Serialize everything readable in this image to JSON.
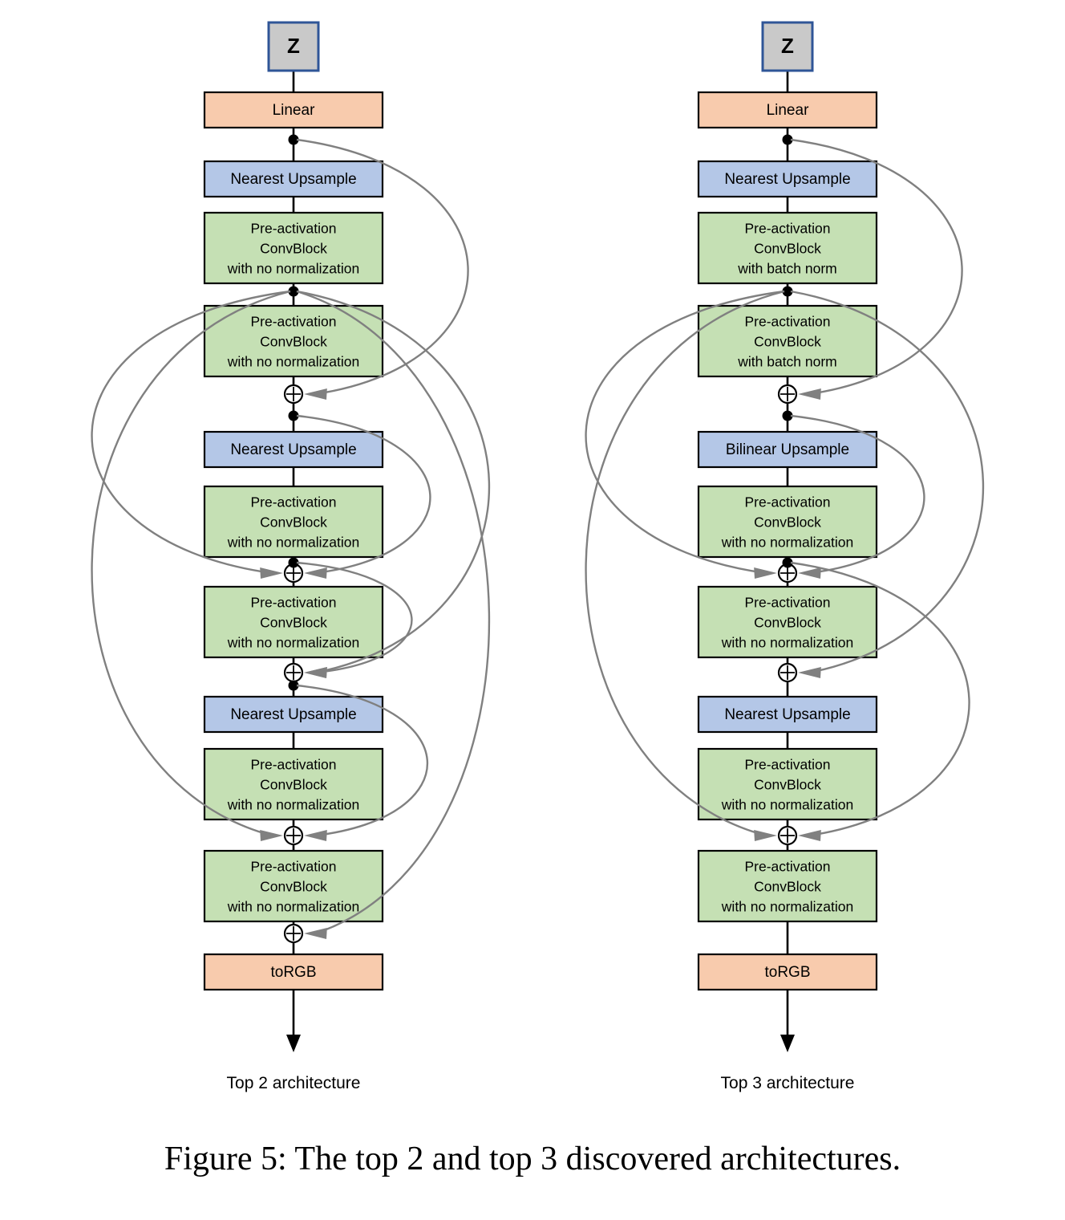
{
  "figure": {
    "caption": "Figure 5: The top 2 and top 3 discovered architectures."
  },
  "colors": {
    "latent_fill": "#c9c9c9",
    "latent_stroke": "#2f5597",
    "linear_fill": "#f8cbad",
    "upsample_fill": "#b4c7e7",
    "convblock_fill": "#c5e0b4",
    "torgb_fill": "#f8cbad",
    "outline": "#000000",
    "skip_line": "#808080",
    "main_line": "#000000"
  },
  "labels": {
    "latent": "Z",
    "linear": "Linear",
    "torgb": "toRGB",
    "nearest_upsample": "Nearest Upsample",
    "bilinear_upsample": "Bilinear Upsample",
    "convblock_line1": "Pre-activation",
    "convblock_line2": "ConvBlock",
    "convblock_no_norm": "with no normalization",
    "convblock_batch_norm": "with batch norm"
  },
  "architectures": [
    {
      "id": "top2",
      "title": "Top 2 architecture",
      "blocks": [
        {
          "id": "z",
          "type": "latent",
          "text": "Z"
        },
        {
          "id": "lin",
          "type": "linear",
          "text": "Linear"
        },
        {
          "id": "up1",
          "type": "upsample",
          "text": "Nearest Upsample"
        },
        {
          "id": "cb1",
          "type": "convblock",
          "lines": [
            "Pre-activation",
            "ConvBlock",
            "with no normalization"
          ]
        },
        {
          "id": "cb2",
          "type": "convblock",
          "lines": [
            "Pre-activation",
            "ConvBlock",
            "with no normalization"
          ]
        },
        {
          "id": "up2",
          "type": "upsample",
          "text": "Nearest Upsample"
        },
        {
          "id": "cb3",
          "type": "convblock",
          "lines": [
            "Pre-activation",
            "ConvBlock",
            "with no normalization"
          ]
        },
        {
          "id": "cb4",
          "type": "convblock",
          "lines": [
            "Pre-activation",
            "ConvBlock",
            "with no normalization"
          ]
        },
        {
          "id": "up3",
          "type": "upsample",
          "text": "Nearest Upsample"
        },
        {
          "id": "cb5",
          "type": "convblock",
          "lines": [
            "Pre-activation",
            "ConvBlock",
            "with no normalization"
          ]
        },
        {
          "id": "cb6",
          "type": "convblock",
          "lines": [
            "Pre-activation",
            "ConvBlock",
            "with no normalization"
          ]
        },
        {
          "id": "rgb",
          "type": "torgb",
          "text": "toRGB"
        }
      ],
      "adders": [
        "after-cb2",
        "after-cb3",
        "after-cb4",
        "after-cb5",
        "after-cb6"
      ],
      "skip_connections": [
        {
          "from": "after-linear",
          "to": "adder-after-cb2",
          "side": "right"
        },
        {
          "from": "after-cb1",
          "to": "adder-after-cb4",
          "side": "right"
        },
        {
          "from": "after-cb1",
          "to": "adder-after-cb6",
          "side": "right"
        },
        {
          "from": "after-cb2",
          "to": "adder-after-cb3",
          "side": "right"
        },
        {
          "from": "after-cb3",
          "to": "adder-after-cb4",
          "side": "right"
        },
        {
          "from": "after-cb4",
          "to": "adder-after-cb5",
          "side": "right"
        },
        {
          "from": "after-cb1",
          "to": "adder-after-cb3",
          "side": "left"
        },
        {
          "from": "after-cb1",
          "to": "adder-after-cb5",
          "side": "left"
        }
      ]
    },
    {
      "id": "top3",
      "title": "Top 3 architecture",
      "blocks": [
        {
          "id": "z",
          "type": "latent",
          "text": "Z"
        },
        {
          "id": "lin",
          "type": "linear",
          "text": "Linear"
        },
        {
          "id": "up1",
          "type": "upsample",
          "text": "Nearest Upsample"
        },
        {
          "id": "cb1",
          "type": "convblock",
          "lines": [
            "Pre-activation",
            "ConvBlock",
            "with batch norm"
          ]
        },
        {
          "id": "cb2",
          "type": "convblock",
          "lines": [
            "Pre-activation",
            "ConvBlock",
            "with batch norm"
          ]
        },
        {
          "id": "up2",
          "type": "upsample",
          "text": "Bilinear Upsample"
        },
        {
          "id": "cb3",
          "type": "convblock",
          "lines": [
            "Pre-activation",
            "ConvBlock",
            "with no normalization"
          ]
        },
        {
          "id": "cb4",
          "type": "convblock",
          "lines": [
            "Pre-activation",
            "ConvBlock",
            "with no normalization"
          ]
        },
        {
          "id": "up3",
          "type": "upsample",
          "text": "Nearest Upsample"
        },
        {
          "id": "cb5",
          "type": "convblock",
          "lines": [
            "Pre-activation",
            "ConvBlock",
            "with no normalization"
          ]
        },
        {
          "id": "cb6",
          "type": "convblock",
          "lines": [
            "Pre-activation",
            "ConvBlock",
            "with no normalization"
          ]
        },
        {
          "id": "rgb",
          "type": "torgb",
          "text": "toRGB"
        }
      ],
      "adders": [
        "after-cb2",
        "after-cb3",
        "after-cb4",
        "after-cb5"
      ],
      "skip_connections": [
        {
          "from": "after-linear",
          "to": "adder-after-cb2",
          "side": "right"
        },
        {
          "from": "after-cb1",
          "to": "adder-after-cb4",
          "side": "right"
        },
        {
          "from": "after-cb2",
          "to": "adder-after-cb3",
          "side": "right"
        },
        {
          "from": "after-cb3",
          "to": "adder-after-cb5",
          "side": "right"
        },
        {
          "from": "after-cb1",
          "to": "adder-after-cb3",
          "side": "left"
        },
        {
          "from": "after-cb1",
          "to": "adder-after-cb5",
          "side": "left"
        }
      ]
    }
  ]
}
